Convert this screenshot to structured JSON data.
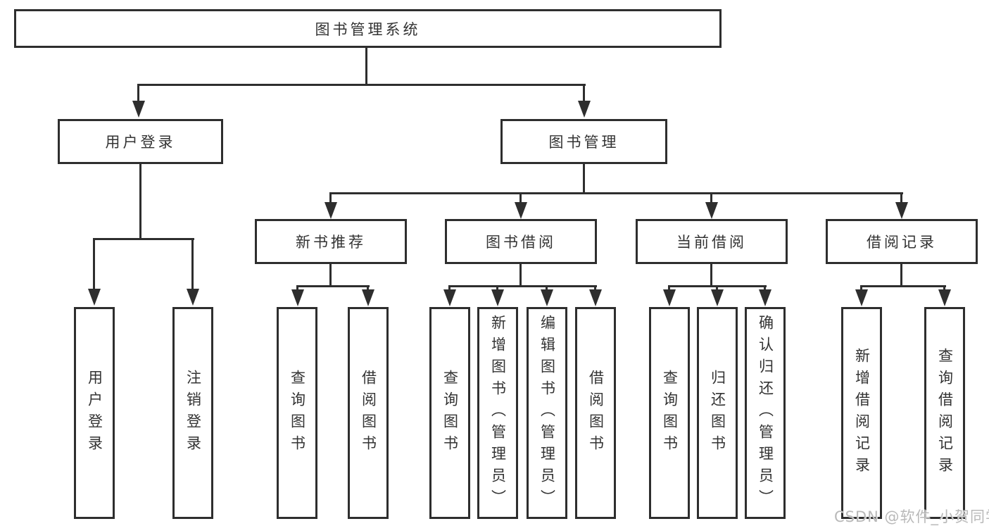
{
  "colors": {
    "line": "#2e2e2e",
    "text": "#333333",
    "watermark": "#b9b9b9",
    "background": "#ffffff"
  },
  "watermark": "CSDN @软件_小贺同学",
  "tree": {
    "label": "图书管理系统",
    "children": [
      {
        "label": "用户登录",
        "children": [
          {
            "label": "用户登录"
          },
          {
            "label": "注销登录"
          }
        ]
      },
      {
        "label": "图书管理",
        "children": [
          {
            "label": "新书推荐",
            "children": [
              {
                "label": "查询图书"
              },
              {
                "label": "借阅图书"
              }
            ]
          },
          {
            "label": "图书借阅",
            "children": [
              {
                "label": "查询图书"
              },
              {
                "label": "新增图书（管理员）"
              },
              {
                "label": "编辑图书（管理员）"
              },
              {
                "label": "借阅图书"
              }
            ]
          },
          {
            "label": "当前借阅",
            "children": [
              {
                "label": "查询图书"
              },
              {
                "label": "归还图书"
              },
              {
                "label": "确认归还（管理员）"
              }
            ]
          },
          {
            "label": "借阅记录",
            "children": [
              {
                "label": "新增借阅记录"
              },
              {
                "label": "查询借阅记录"
              }
            ]
          }
        ]
      }
    ]
  }
}
